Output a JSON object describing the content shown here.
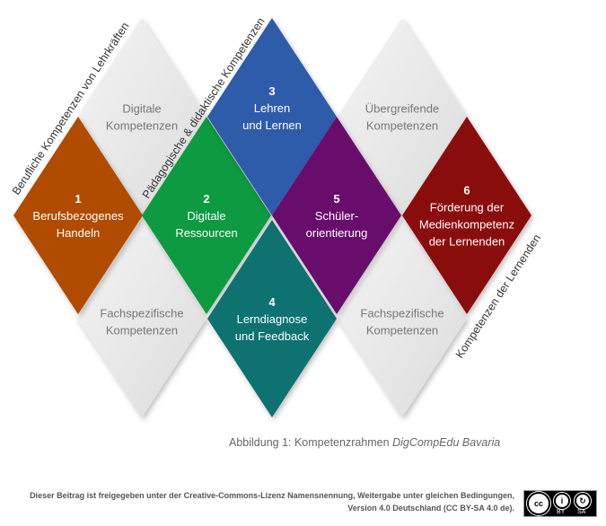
{
  "diamonds": [
    {
      "num": "1",
      "lines": [
        "Berufsbezogenes",
        "Handeln"
      ],
      "color": "#b04c05"
    },
    {
      "num": "2",
      "lines": [
        "Digitale",
        "Ressourcen"
      ],
      "color": "#0c9a40"
    },
    {
      "num": "3",
      "lines": [
        "Lehren",
        "und Lernen"
      ],
      "color": "#2f5bab"
    },
    {
      "num": "4",
      "lines": [
        "Lerndiagnose",
        "und Feedback"
      ],
      "color": "#0e7270"
    },
    {
      "num": "5",
      "lines": [
        "Schüler-",
        "orientierung"
      ],
      "color": "#690d6c"
    },
    {
      "num": "6",
      "lines": [
        "Förderung der",
        "Medienkompetenz",
        "der Lernenden"
      ],
      "color": "#8a0a0a"
    }
  ],
  "grey_diamonds": [
    {
      "lines": [
        "Digitale",
        "Kompetenzen"
      ]
    },
    {
      "lines": [
        "Übergreifende",
        "Kompetenzen"
      ]
    },
    {
      "lines": [
        "Fachspezifische",
        "Kompetenzen"
      ]
    },
    {
      "lines": [
        "Fachspezifische",
        "Kompetenzen"
      ]
    }
  ],
  "side_labels": {
    "professional": "Berufliche Kompetenzen von Lehrkräften",
    "pedagogical": "Pädagogische & didaktische Kompetenzen",
    "learners": "Kompetenzen der Lernenden"
  },
  "caption": {
    "prefix": "Abbildung 1: Kompetenzrahmen ",
    "title": "DigCompEdu Bavaria"
  },
  "license": {
    "line1": "Dieser Beitrag ist freigegeben unter der Creative-Commons-Lizenz Namensnennung, Weitergabe unter gleichen Bedingungen,",
    "line2": "Version 4.0 Deutschland (CC BY-SA 4.0 de).",
    "badge": {
      "cc": "cc",
      "by": "BY",
      "sa": "SA"
    }
  }
}
